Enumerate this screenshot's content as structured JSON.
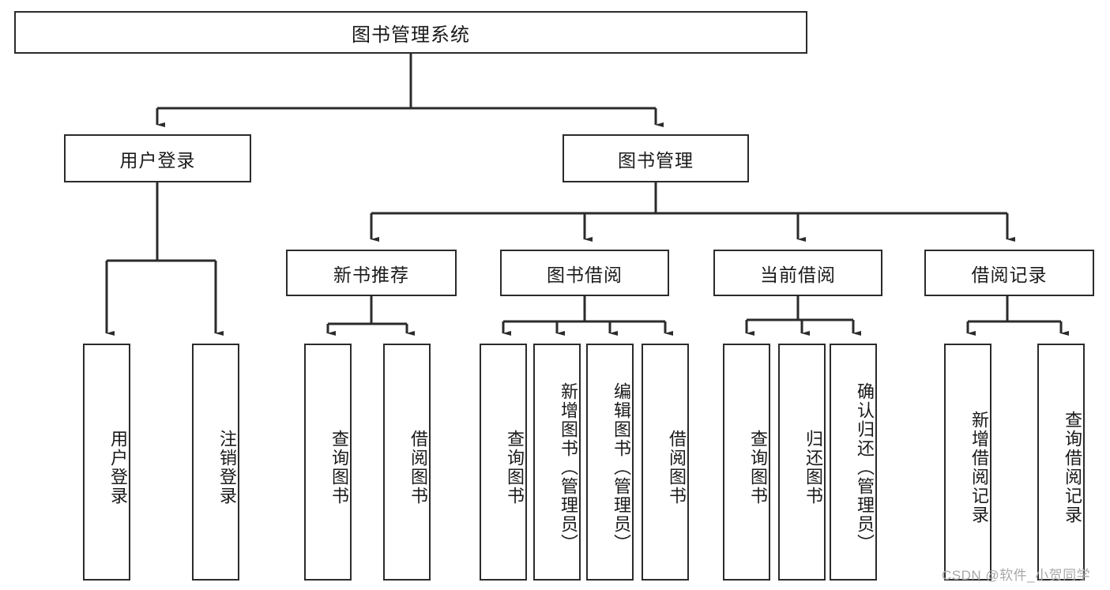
{
  "diagram": {
    "title": "图书管理系统",
    "type": "tree-hierarchy-diagram",
    "watermark": "CSDN @软件_小贺同学",
    "theme": {
      "background": "#ffffff",
      "box_border": "#2b2b2b",
      "box_fill": "#ffffff",
      "edge_color": "#2b2b2b",
      "text_color": "#1a1a1a",
      "watermark_color": "#a8a8a8"
    },
    "nodes": {
      "root": {
        "label": "图书管理系统"
      },
      "level2": [
        {
          "id": "user-login",
          "label": "用户登录"
        },
        {
          "id": "book-manage",
          "label": "图书管理"
        }
      ],
      "level3": [
        {
          "id": "new-book-rec",
          "label": "新书推荐"
        },
        {
          "id": "book-borrow",
          "label": "图书借阅"
        },
        {
          "id": "current-borrow",
          "label": "当前借阅"
        },
        {
          "id": "borrow-record",
          "label": "借阅记录"
        }
      ],
      "leaves": {
        "user-login": [
          {
            "id": "leaf-user-login",
            "label": "用户登录"
          },
          {
            "id": "leaf-user-logout",
            "label": "注销登录"
          }
        ],
        "new-book-rec": [
          {
            "id": "leaf-query-book-1",
            "label": "查询图书"
          },
          {
            "id": "leaf-borrow-book-1",
            "label": "借阅图书"
          }
        ],
        "book-borrow": [
          {
            "id": "leaf-query-book-2",
            "label": "查询图书"
          },
          {
            "id": "leaf-add-book",
            "label": "新增图书（管理员）"
          },
          {
            "id": "leaf-edit-book",
            "label": "编辑图书（管理员）"
          },
          {
            "id": "leaf-borrow-book-2",
            "label": "借阅图书"
          }
        ],
        "current-borrow": [
          {
            "id": "leaf-query-book-3",
            "label": "查询图书"
          },
          {
            "id": "leaf-return-book",
            "label": "归还图书"
          },
          {
            "id": "leaf-confirm-return",
            "label": "确认归还（管理员）"
          }
        ],
        "borrow-record": [
          {
            "id": "leaf-add-record",
            "label": "新增借阅记录"
          },
          {
            "id": "leaf-query-record",
            "label": "查询借阅记录"
          }
        ]
      }
    }
  }
}
